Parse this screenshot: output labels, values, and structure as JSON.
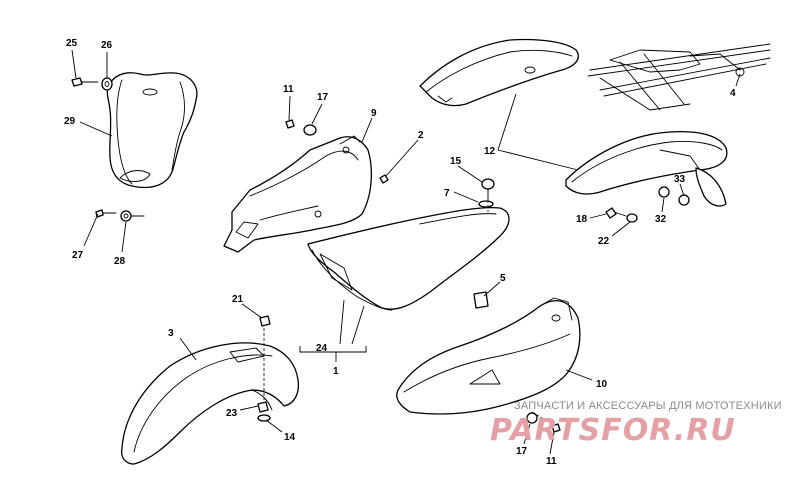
{
  "callouts": [
    {
      "id": "c25",
      "label": "25"
    },
    {
      "id": "c26",
      "label": "26"
    },
    {
      "id": "c29",
      "label": "29"
    },
    {
      "id": "c27",
      "label": "27"
    },
    {
      "id": "c28",
      "label": "28"
    },
    {
      "id": "c11a",
      "label": "11"
    },
    {
      "id": "c17a",
      "label": "17"
    },
    {
      "id": "c9",
      "label": "9"
    },
    {
      "id": "c2",
      "label": "2"
    },
    {
      "id": "c15",
      "label": "15"
    },
    {
      "id": "c7",
      "label": "7"
    },
    {
      "id": "c12",
      "label": "12"
    },
    {
      "id": "c4",
      "label": "4"
    },
    {
      "id": "c33",
      "label": "33"
    },
    {
      "id": "c18",
      "label": "18"
    },
    {
      "id": "c32",
      "label": "32"
    },
    {
      "id": "c22",
      "label": "22"
    },
    {
      "id": "c5",
      "label": "5"
    },
    {
      "id": "c21",
      "label": "21"
    },
    {
      "id": "c3",
      "label": "3"
    },
    {
      "id": "c24",
      "label": "24"
    },
    {
      "id": "c1",
      "label": "1"
    },
    {
      "id": "c23",
      "label": "23"
    },
    {
      "id": "c14",
      "label": "14"
    },
    {
      "id": "c10",
      "label": "10"
    },
    {
      "id": "c17b",
      "label": "17"
    },
    {
      "id": "c11b",
      "label": "11"
    }
  ],
  "watermark": {
    "subtitle": "ЗАПЧАСТИ И АКСЕССУАРЫ ДЛЯ МОТОТЕХНИКИ",
    "logo": "PARTSFOR.RU",
    "logo_color": "#e3a1a6",
    "subtitle_color": "#8a8a8a"
  }
}
